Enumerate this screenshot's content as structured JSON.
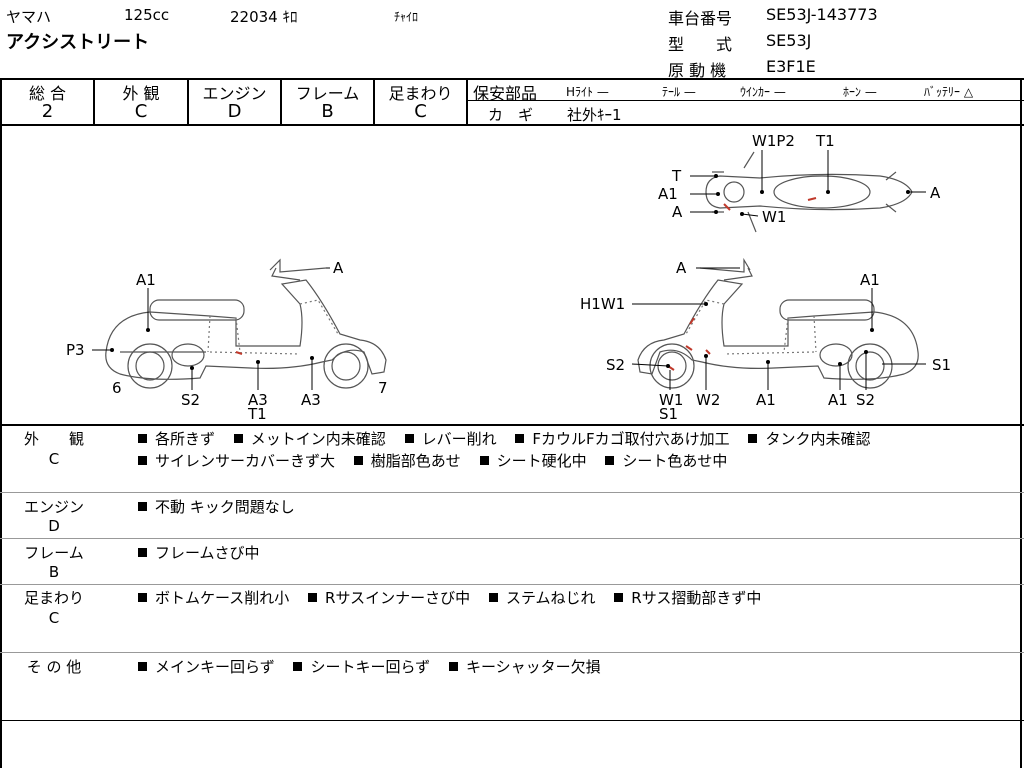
{
  "header": {
    "maker": "ヤマハ",
    "cc": "125cc",
    "mileage": "22034 ｷﾛ",
    "color": "ﾁｬｲﾛ",
    "model_name": "アクシストリート",
    "frame_no_label": "車台番号",
    "frame_no": "SE53J-143773",
    "type_label": "型　　式",
    "type": "SE53J",
    "engine_label": "原 動 機",
    "engine": "E3F1E"
  },
  "grades": {
    "overall_label": "総 合",
    "overall": "2",
    "exterior_label": "外 観",
    "exterior": "C",
    "engine_label": "エンジン",
    "engine": "D",
    "frame_label": "フレーム",
    "frame": "B",
    "suspension_label": "足まわり",
    "suspension": "C"
  },
  "safety": {
    "label": "保安部品",
    "items": [
      "Hﾗｲﾄ —",
      "ﾃｰﾙ —",
      "ｳｲﾝｶｰ —",
      "ﾎｰﾝ —",
      "ﾊﾞｯﾃﾘｰ △"
    ],
    "key_label": "カ　ギ",
    "key_value": "社外ｷｰ1"
  },
  "diagram_labels": {
    "left": [
      "A",
      "A1",
      "P3",
      "6",
      "S2",
      "A3",
      "T1",
      "A3",
      "7"
    ],
    "right": [
      "A",
      "A1",
      "H1W1",
      "S2",
      "W1",
      "S1",
      "W2",
      "A1",
      "A1",
      "S2",
      "S1"
    ],
    "top": [
      "T",
      "A1",
      "A",
      "W1P2",
      "T1",
      "W1",
      "A"
    ]
  },
  "notes": [
    {
      "category": "外　　観",
      "grade": "C",
      "lines": [
        [
          "各所きず",
          "メットイン内未確認",
          "レバー削れ",
          "FカウルFカゴ取付穴あけ加工",
          "タンク内未確認"
        ],
        [
          "サイレンサーカバーきず大",
          "樹脂部色あせ",
          "シート硬化中",
          "シート色あせ中"
        ]
      ]
    },
    {
      "category": "エンジン",
      "grade": "D",
      "lines": [
        [
          "不動 キック問題なし"
        ]
      ]
    },
    {
      "category": "フレーム",
      "grade": "B",
      "lines": [
        [
          "フレームさび中"
        ]
      ]
    },
    {
      "category": "足まわり",
      "grade": "C",
      "lines": [
        [
          "ボトムケース削れ小",
          "Rサスインナーさび中",
          "ステムねじれ",
          "Rサス摺動部きず中"
        ]
      ]
    },
    {
      "category": "そ の 他",
      "grade": "",
      "lines": [
        [
          "メインキー回らず",
          "シートキー回らず",
          "キーシャッター欠損"
        ]
      ]
    }
  ]
}
